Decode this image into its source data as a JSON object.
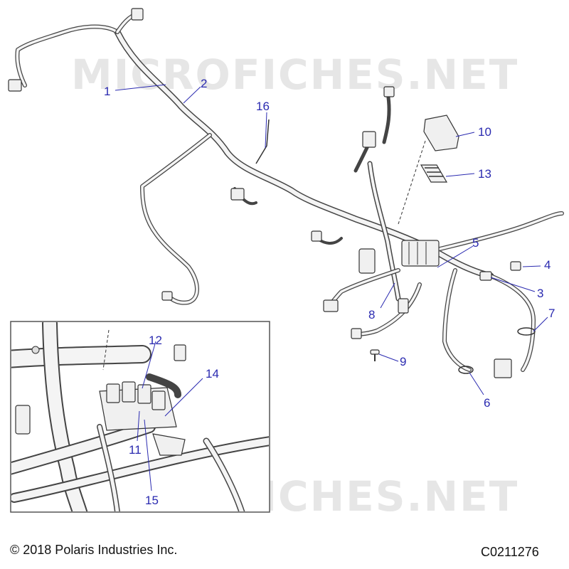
{
  "watermarks": {
    "top": "MICROFICHES.NET",
    "bottom": "MICROFICHES.NET"
  },
  "callouts": {
    "c1": "1",
    "c2": "2",
    "c3": "3",
    "c4": "4",
    "c5": "5",
    "c6": "6",
    "c7": "7",
    "c8": "8",
    "c9": "9",
    "c10": "10",
    "c11": "11",
    "c12": "12",
    "c13": "13",
    "c14": "14",
    "c15": "15",
    "c16": "16"
  },
  "footer": {
    "copyright": "© 2018 Polaris Industries Inc.",
    "code": "C0211276"
  },
  "colors": {
    "callout": "#2a2ab0",
    "line": "#444444",
    "watermark": "#e6e6e6"
  }
}
